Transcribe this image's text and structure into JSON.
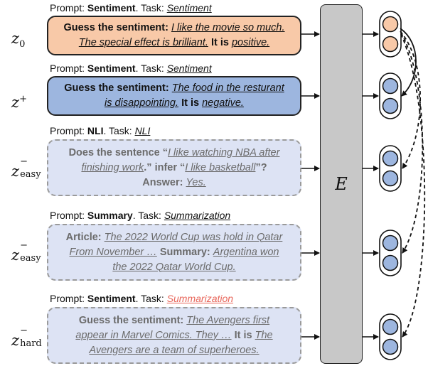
{
  "rows": [
    {
      "z": {
        "main": "z",
        "sub": "0",
        "sup": ""
      },
      "header": {
        "prompt_label": "Prompt:",
        "prompt": "Sentiment",
        "task_label": ". Task:",
        "task": "Sentiment"
      },
      "box": {
        "bold1": "Guess the sentiment:",
        "text1": "I like the movie so much.",
        "text2": "The special effect is brilliant.",
        "bold2": "It is",
        "text3": "positive."
      }
    },
    {
      "z": {
        "main": "z",
        "sub": "",
        "sup": "+"
      },
      "header": {
        "prompt_label": "Prompt:",
        "prompt": "Sentiment",
        "task_label": ". Task:",
        "task": "Sentiment"
      },
      "box": {
        "bold1": "Guess the sentiment:",
        "text1": "The food in the resturant",
        "text2": "is disappointing.",
        "bold2": "It is",
        "text3": "negative."
      }
    },
    {
      "z": {
        "main": "z",
        "sub": "easy",
        "sup": "−"
      },
      "header": {
        "prompt_label": "Prompt:",
        "prompt": "NLI",
        "task_label": ". Task:",
        "task": "NLI"
      },
      "box": {
        "bold1": "Does the sentence “",
        "text1": "I like watching NBA after",
        "text2": "finishing work",
        "bold2": ".” infer “",
        "text3": "I like basketball",
        "bold3": "”?",
        "bold4": "Answer:",
        "text4": "Yes."
      }
    },
    {
      "z": {
        "main": "z",
        "sub": "easy",
        "sup": "−"
      },
      "header": {
        "prompt_label": "Prompt:",
        "prompt": "Summary",
        "task_label": ". Task:",
        "task": "Summarization"
      },
      "box": {
        "bold1": "Article:",
        "text1": "The 2022 World Cup was hold in Qatar",
        "text2": "From November …",
        "bold2": "Summary:",
        "text3": "Argentina won",
        "text4": "the 2022 Qatar World Cup."
      }
    },
    {
      "z": {
        "main": "z",
        "sub": "hard",
        "sup": "−"
      },
      "header": {
        "prompt_label": "Prompt:",
        "prompt": "Sentiment",
        "task_label": ". Task:",
        "task": "Summarization"
      },
      "box": {
        "bold1": "Guess the sentiment:",
        "text1": "The Avengers first",
        "text2": "appear in Marvel Comics. They …",
        "bold2": "It is",
        "text3": "The",
        "text4": "Avengers are a team of superheroes."
      }
    }
  ],
  "encoder": {
    "label": "E"
  },
  "colors": {
    "orange": "#f8c9a8",
    "blue": "#9db6df",
    "faded": "#dde3f4",
    "red": "#e8665a",
    "encoder": "#c8c8c8"
  }
}
